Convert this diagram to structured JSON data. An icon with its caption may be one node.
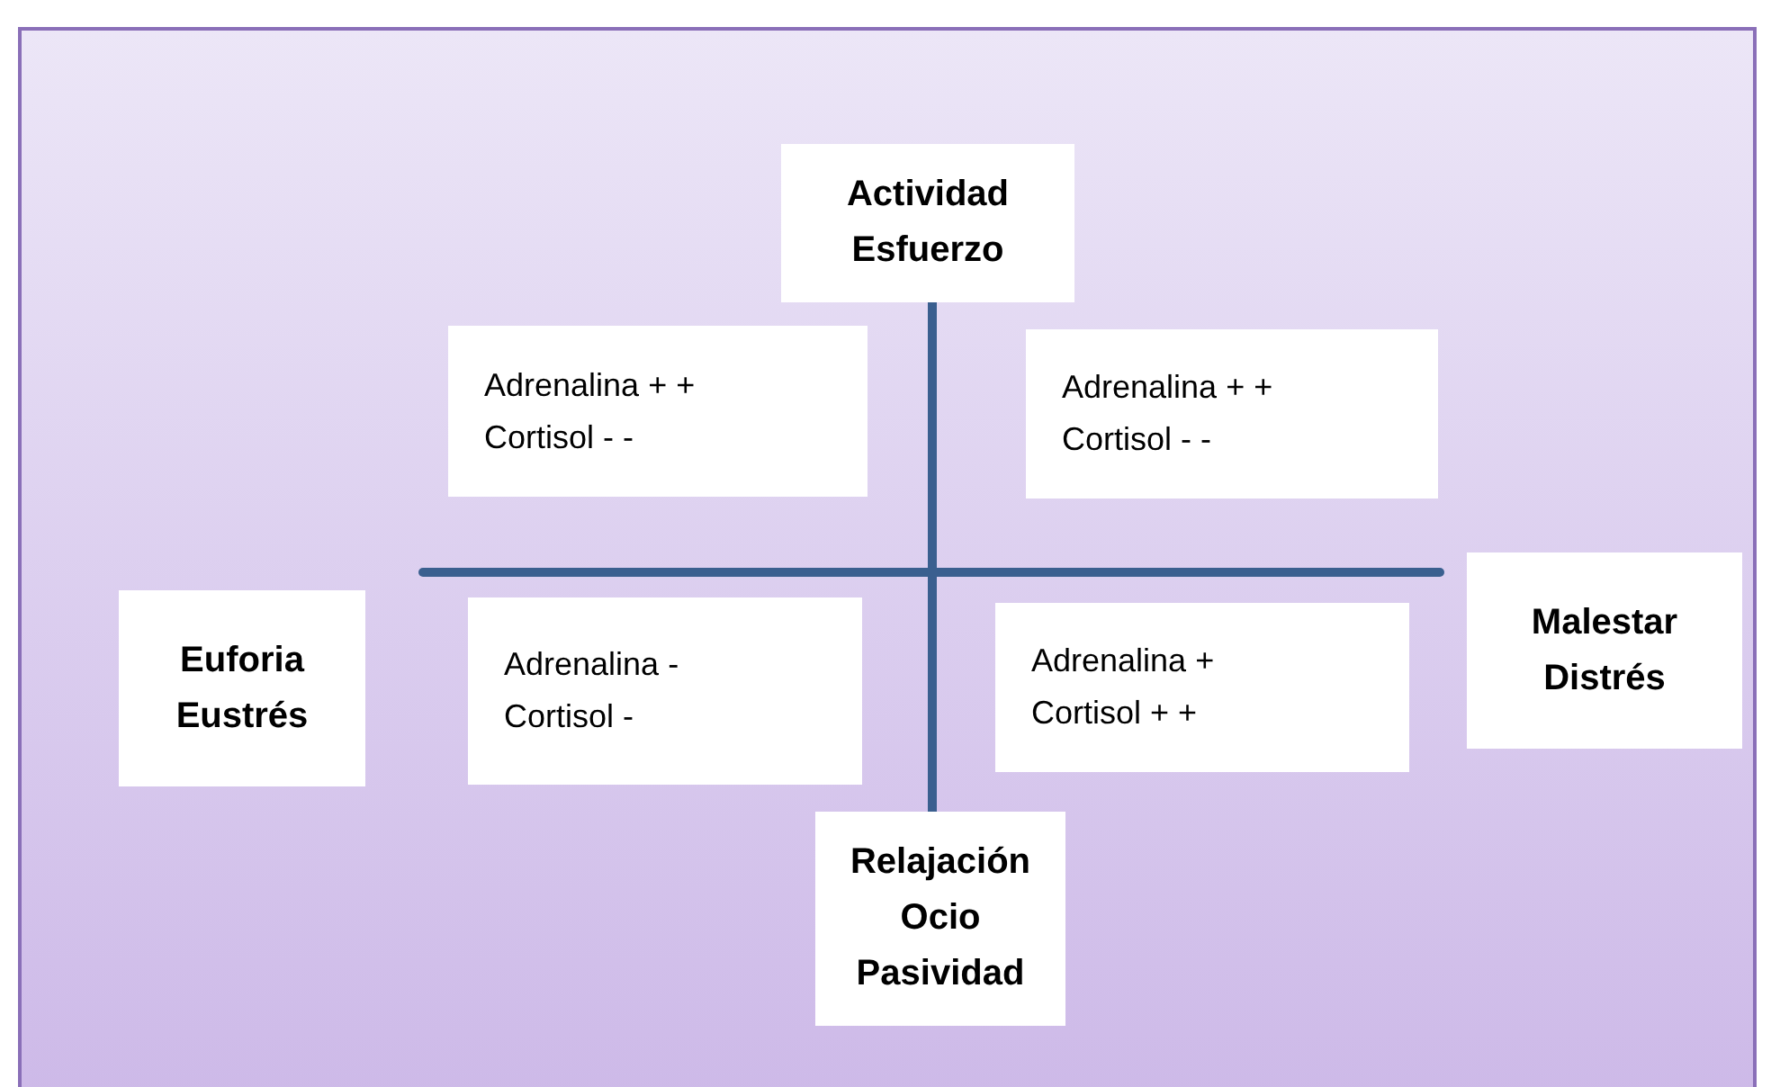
{
  "diagram": {
    "nodes": [
      {
        "text": [
          "Actividad",
          "Esfuerzo"
        ]
      },
      {
        "text": [
          "Adrenalina + +",
          "Cortisol - -"
        ]
      },
      {
        "text": [
          "Adrenalina + +",
          "Cortisol - -"
        ]
      },
      {
        "text": [
          "Euforia",
          "Eustrés"
        ]
      },
      {
        "text": [
          "Adrenalina -",
          "Cortisol -"
        ]
      },
      {
        "text": [
          "Adrenalina +",
          "Cortisol + +"
        ]
      },
      {
        "text": [
          "Malestar",
          "Distrés"
        ]
      },
      {
        "text": [
          "Relajación",
          "Ocio",
          "Pasividad"
        ]
      }
    ]
  }
}
